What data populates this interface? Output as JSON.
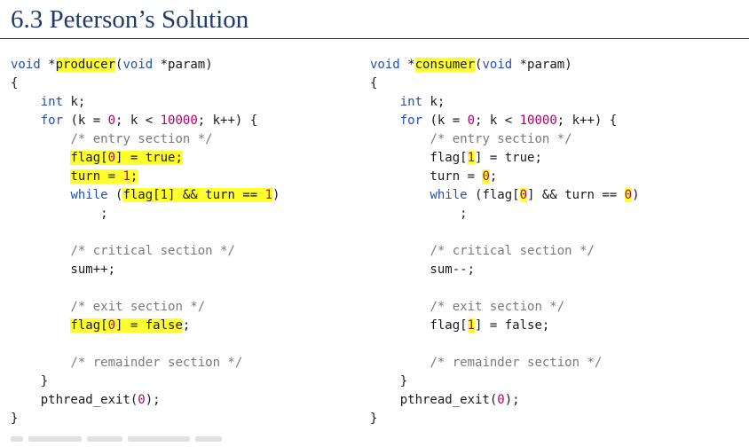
{
  "title": "6.3 Peterson’s Solution",
  "colors": {
    "keyword": "#1f4fbf",
    "number": "#b0006c",
    "comment": "#7a7a7a",
    "highlight": "#ffff2e",
    "title": "#1f3a6b"
  },
  "producer": {
    "lines": [
      [
        {
          "t": "void ",
          "c": "kw"
        },
        {
          "t": "*",
          "c": ""
        },
        {
          "t": "producer",
          "c": "hl"
        },
        {
          "t": "(",
          "c": ""
        },
        {
          "t": "void",
          "c": "kw"
        },
        {
          "t": " *param)",
          "c": ""
        }
      ],
      [
        {
          "t": "{",
          "c": ""
        }
      ],
      [
        {
          "t": "    ",
          "c": ""
        },
        {
          "t": "int",
          "c": "kw"
        },
        {
          "t": " k;",
          "c": ""
        }
      ],
      [
        {
          "t": "    ",
          "c": ""
        },
        {
          "t": "for",
          "c": "kw"
        },
        {
          "t": " (k = ",
          "c": ""
        },
        {
          "t": "0",
          "c": "num"
        },
        {
          "t": "; k < ",
          "c": ""
        },
        {
          "t": "10000",
          "c": "num"
        },
        {
          "t": "; k++) {",
          "c": ""
        }
      ],
      [
        {
          "t": "        ",
          "c": ""
        },
        {
          "t": "/* entry section */",
          "c": "cmt"
        }
      ],
      [
        {
          "t": "        ",
          "c": ""
        },
        {
          "t": "flag[",
          "c": "hl"
        },
        {
          "t": "0",
          "c": "hl num"
        },
        {
          "t": "] = true;",
          "c": "hl"
        }
      ],
      [
        {
          "t": "        ",
          "c": ""
        },
        {
          "t": "turn = ",
          "c": "hl"
        },
        {
          "t": "1",
          "c": "hl num"
        },
        {
          "t": ";",
          "c": "hl"
        }
      ],
      [
        {
          "t": "        ",
          "c": ""
        },
        {
          "t": "while",
          "c": "kw"
        },
        {
          "t": " (",
          "c": ""
        },
        {
          "t": "flag[1] && turn == ",
          "c": "hl"
        },
        {
          "t": "1",
          "c": "hl num"
        },
        {
          "t": ")",
          "c": ""
        }
      ],
      [
        {
          "t": "            ;",
          "c": ""
        }
      ],
      [
        {
          "t": "",
          "c": ""
        }
      ],
      [
        {
          "t": "        ",
          "c": ""
        },
        {
          "t": "/* critical section */",
          "c": "cmt"
        }
      ],
      [
        {
          "t": "        sum++;",
          "c": ""
        }
      ],
      [
        {
          "t": "",
          "c": ""
        }
      ],
      [
        {
          "t": "        ",
          "c": ""
        },
        {
          "t": "/* exit section */",
          "c": "cmt"
        }
      ],
      [
        {
          "t": "        ",
          "c": ""
        },
        {
          "t": "flag[",
          "c": "hl"
        },
        {
          "t": "0",
          "c": "hl num"
        },
        {
          "t": "] = false",
          "c": "hl"
        },
        {
          "t": ";",
          "c": ""
        }
      ],
      [
        {
          "t": "",
          "c": ""
        }
      ],
      [
        {
          "t": "        ",
          "c": ""
        },
        {
          "t": "/* remainder section */",
          "c": "cmt"
        }
      ],
      [
        {
          "t": "    }",
          "c": ""
        }
      ],
      [
        {
          "t": "    pthread_exit(",
          "c": ""
        },
        {
          "t": "0",
          "c": "num"
        },
        {
          "t": ");",
          "c": ""
        }
      ],
      [
        {
          "t": "}",
          "c": ""
        }
      ]
    ]
  },
  "consumer": {
    "lines": [
      [
        {
          "t": "void ",
          "c": "kw"
        },
        {
          "t": "*",
          "c": ""
        },
        {
          "t": "consumer",
          "c": "hl"
        },
        {
          "t": "(",
          "c": ""
        },
        {
          "t": "void",
          "c": "kw"
        },
        {
          "t": " *param)",
          "c": ""
        }
      ],
      [
        {
          "t": "{",
          "c": ""
        }
      ],
      [
        {
          "t": "    ",
          "c": ""
        },
        {
          "t": "int",
          "c": "kw"
        },
        {
          "t": " k;",
          "c": ""
        }
      ],
      [
        {
          "t": "    ",
          "c": ""
        },
        {
          "t": "for",
          "c": "kw"
        },
        {
          "t": " (k = ",
          "c": ""
        },
        {
          "t": "0",
          "c": "num"
        },
        {
          "t": "; k < ",
          "c": ""
        },
        {
          "t": "10000",
          "c": "num"
        },
        {
          "t": "; k++) {",
          "c": ""
        }
      ],
      [
        {
          "t": "        ",
          "c": ""
        },
        {
          "t": "/* entry section */",
          "c": "cmt"
        }
      ],
      [
        {
          "t": "        flag[",
          "c": ""
        },
        {
          "t": "1",
          "c": "hl num"
        },
        {
          "t": "] = true;",
          "c": ""
        }
      ],
      [
        {
          "t": "        turn = ",
          "c": ""
        },
        {
          "t": "0",
          "c": "hl num"
        },
        {
          "t": ";",
          "c": ""
        }
      ],
      [
        {
          "t": "        ",
          "c": ""
        },
        {
          "t": "while",
          "c": "kw"
        },
        {
          "t": " (flag[",
          "c": ""
        },
        {
          "t": "0",
          "c": "hl num"
        },
        {
          "t": "] && turn == ",
          "c": ""
        },
        {
          "t": "0",
          "c": "hl num"
        },
        {
          "t": ")",
          "c": ""
        }
      ],
      [
        {
          "t": "            ;",
          "c": ""
        }
      ],
      [
        {
          "t": "",
          "c": ""
        }
      ],
      [
        {
          "t": "        ",
          "c": ""
        },
        {
          "t": "/* critical section */",
          "c": "cmt"
        }
      ],
      [
        {
          "t": "        sum--;",
          "c": ""
        }
      ],
      [
        {
          "t": "",
          "c": ""
        }
      ],
      [
        {
          "t": "        ",
          "c": ""
        },
        {
          "t": "/* exit section */",
          "c": "cmt"
        }
      ],
      [
        {
          "t": "        flag[",
          "c": ""
        },
        {
          "t": "1",
          "c": "hl num"
        },
        {
          "t": "] = false;",
          "c": ""
        }
      ],
      [
        {
          "t": "",
          "c": ""
        }
      ],
      [
        {
          "t": "        ",
          "c": ""
        },
        {
          "t": "/* remainder section */",
          "c": "cmt"
        }
      ],
      [
        {
          "t": "    }",
          "c": ""
        }
      ],
      [
        {
          "t": "    pthread_exit(",
          "c": ""
        },
        {
          "t": "0",
          "c": "num"
        },
        {
          "t": ");",
          "c": ""
        }
      ],
      [
        {
          "t": "}",
          "c": ""
        }
      ]
    ]
  }
}
